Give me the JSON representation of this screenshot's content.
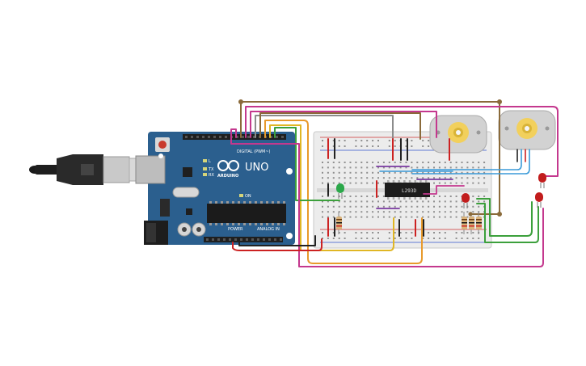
{
  "arduino": {
    "model": "UNO",
    "brand": "ARDUINO",
    "digital_label": "DIGITAL (PWM~)",
    "power_label": "POWER",
    "analog_label": "ANALOG IN",
    "tx_label": "TX",
    "rx_label": "RX",
    "l_label": "L",
    "on_label": "ON"
  },
  "ic": {
    "label": "L293D"
  },
  "colors": {
    "board": "#2b5f8e",
    "breadboard": "#ececec",
    "wire_brown": "#8a6a3a",
    "wire_magenta": "#c4388e",
    "wire_orange": "#e89a2c",
    "wire_yellow": "#e0b624",
    "wire_green": "#3ca03c",
    "wire_gray": "#8c8c8c",
    "wire_blue": "#3a9ad8",
    "wire_red": "#cc2222",
    "wire_black": "#222222",
    "wire_purple": "#7a3aa0"
  }
}
